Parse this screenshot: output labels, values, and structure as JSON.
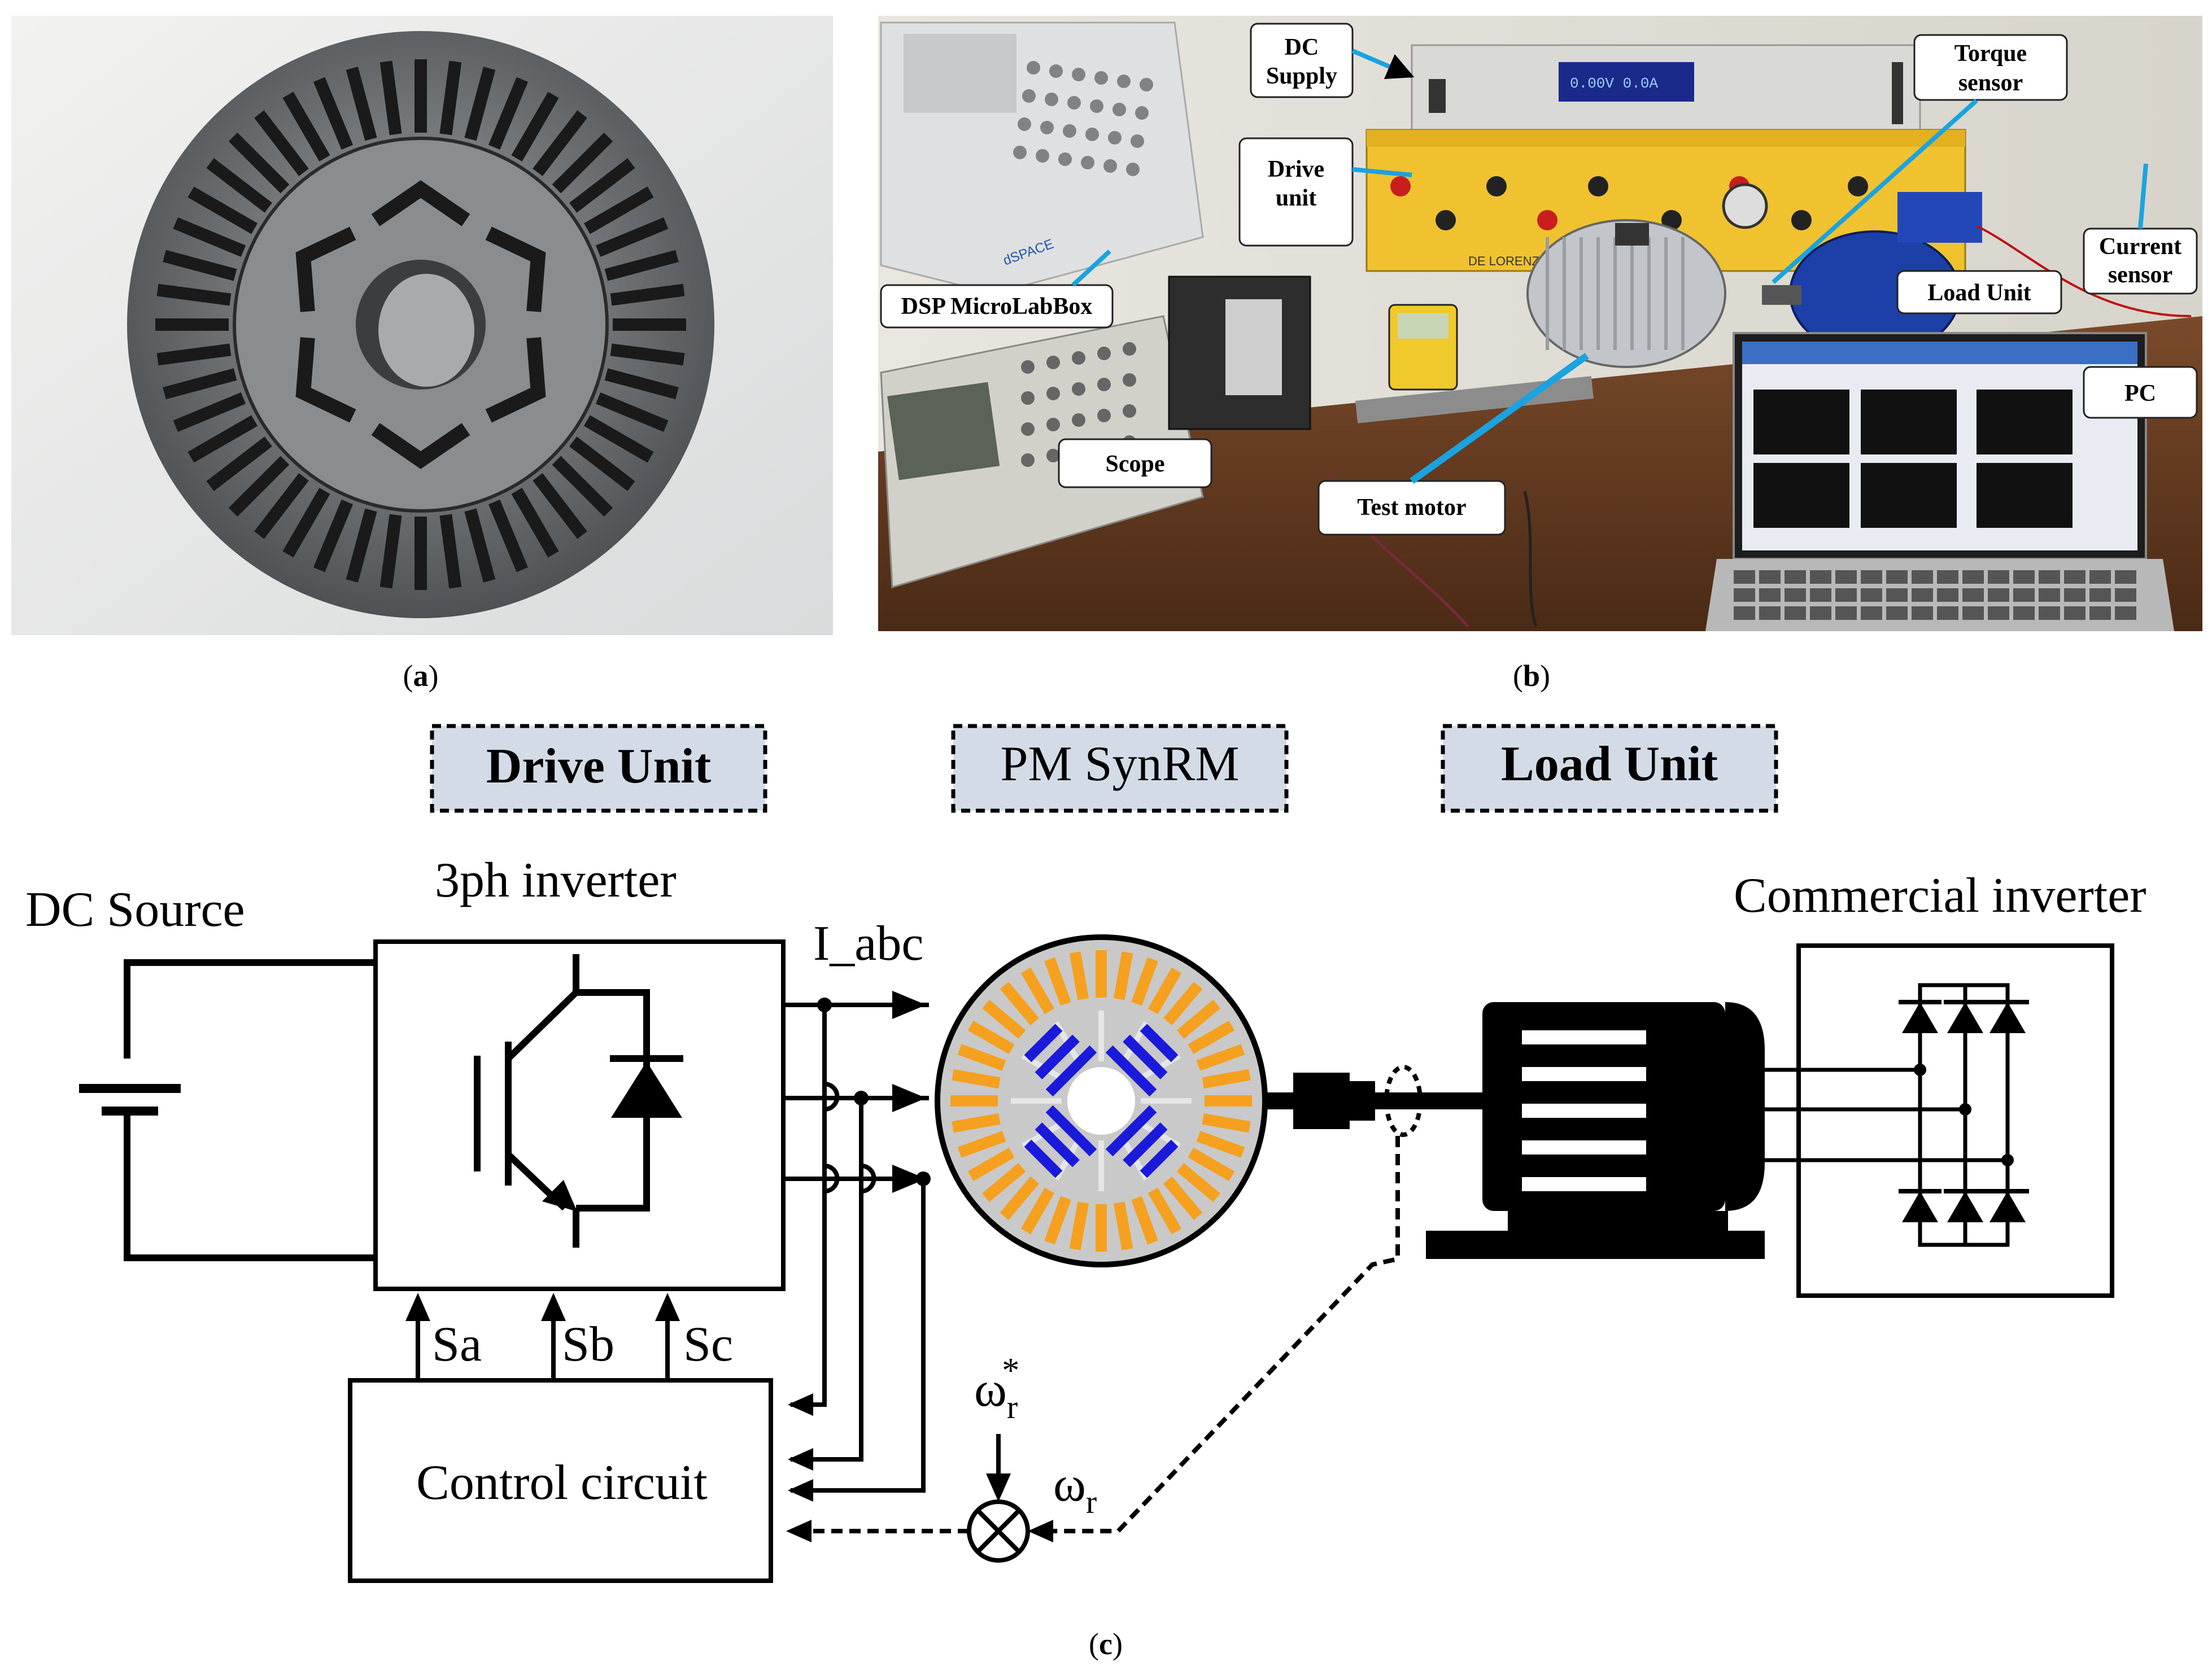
{
  "panel_a": {
    "caption_letter": "a"
  },
  "panel_b": {
    "caption_letter": "b",
    "labels": {
      "dc_supply_1": "DC",
      "dc_supply_2": "Supply",
      "drive_unit_1": "Drive",
      "drive_unit_2": "unit",
      "torque_sensor_1": "Torque",
      "torque_sensor_2": "sensor",
      "current_sensor_1": "Current",
      "current_sensor_2": "sensor",
      "dsp": "DSP MicroLabBox",
      "load_unit": "Load Unit",
      "pc": "PC",
      "scope": "Scope",
      "test_motor": "Test motor"
    },
    "screen_text": {
      "dc_readout": "0.00V  0.0A",
      "dspace_brand": "dSPACE",
      "delorenzo_brand": "DE LORENZO"
    }
  },
  "panel_c": {
    "caption_letter": "c",
    "section_labels": {
      "drive_unit": "Drive Unit",
      "pm_synrm": "PM SynRM",
      "load_unit": "Load Unit"
    },
    "labels": {
      "dc_source": "DC Source",
      "inverter_3ph": "3ph inverter",
      "i_abc": "I_abc",
      "commercial_inverter": "Commercial inverter",
      "sa": "Sa",
      "sb": "Sb",
      "sc": "Sc",
      "control_circuit": "Control circuit",
      "omega_ref_base": "ω",
      "omega_ref_sub": "r",
      "omega_ref_sup": "*",
      "omega_base": "ω",
      "omega_sub": "r"
    },
    "colors": {
      "stator_slot": "#f5a01f",
      "magnet": "#1a1adb",
      "motor_body": "#c9c9c9",
      "dashed_box_fill": "#d3dce6"
    }
  }
}
